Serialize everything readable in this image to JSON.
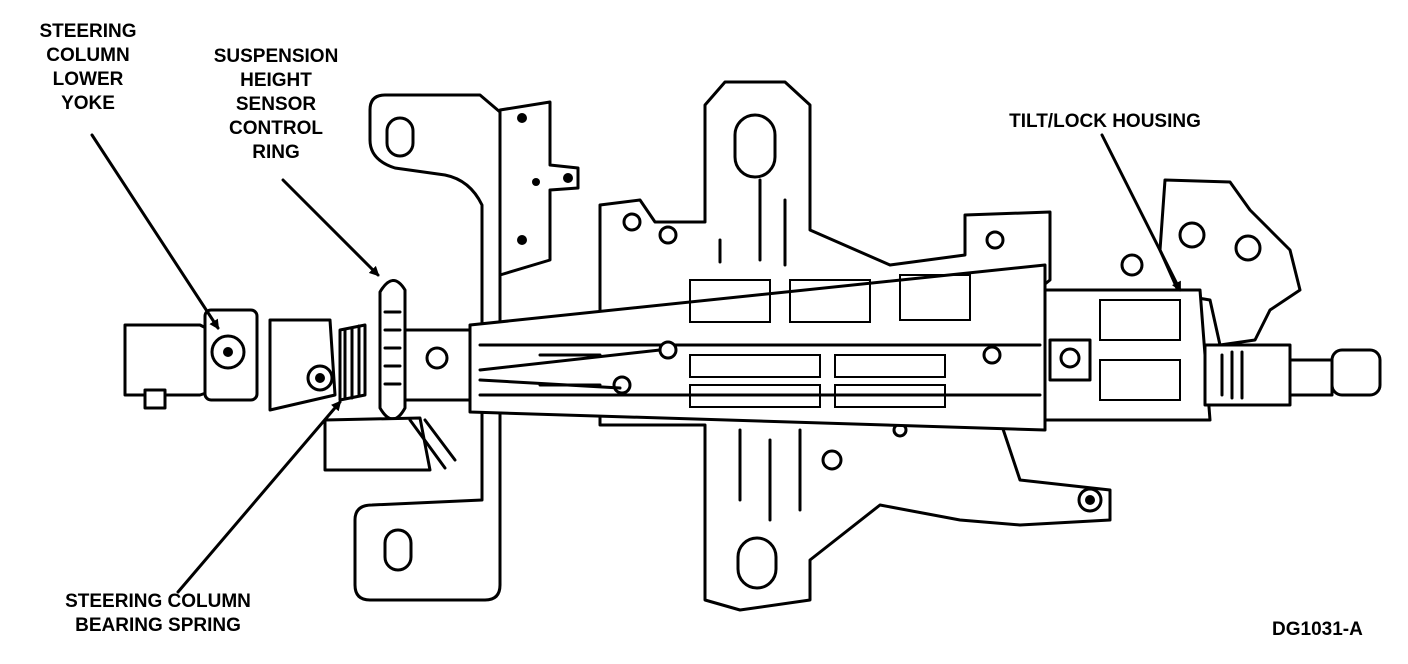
{
  "labels": {
    "lower_yoke": [
      "STEERING",
      "COLUMN",
      "LOWER",
      "YOKE"
    ],
    "control_ring": [
      "SUSPENSION",
      "HEIGHT",
      "SENSOR",
      "CONTROL",
      "RING"
    ],
    "tilt_lock": [
      "TILT/LOCK HOUSING"
    ],
    "bearing_spring": [
      "STEERING COLUMN",
      "BEARING SPRING"
    ]
  },
  "figure_id": "DG1031-A"
}
